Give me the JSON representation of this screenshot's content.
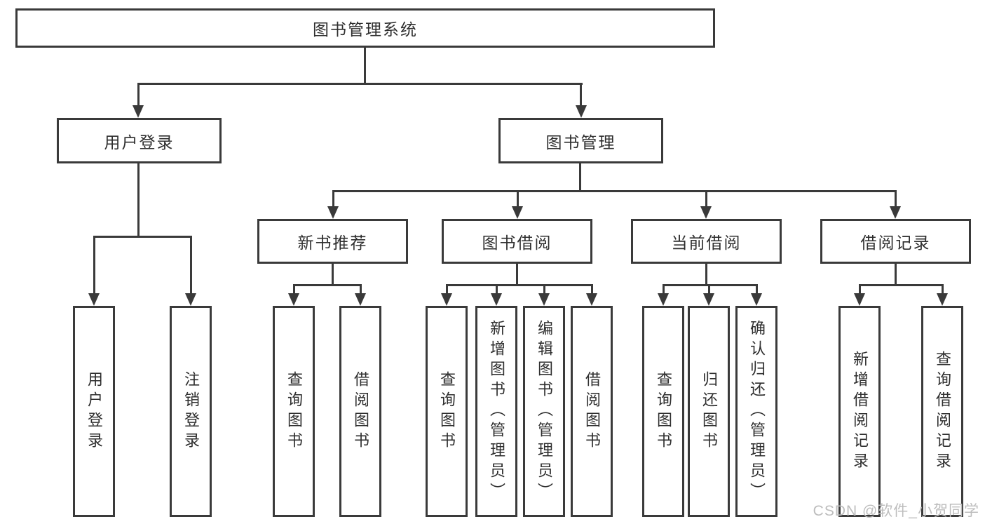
{
  "diagram": {
    "root": {
      "label": "图书管理系统"
    },
    "level2": [
      {
        "label": "用户登录"
      },
      {
        "label": "图书管理"
      }
    ],
    "level3": [
      {
        "label": "新书推荐"
      },
      {
        "label": "图书借阅"
      },
      {
        "label": "当前借阅"
      },
      {
        "label": "借阅记录"
      }
    ],
    "leaves": {
      "user_login": [
        "用户登录",
        "注销登录"
      ],
      "new_book": [
        "查询图书",
        "借阅图书"
      ],
      "book_borrow": [
        "查询图书",
        "新增图书（管理员）",
        "编辑图书（管理员）",
        "借阅图书"
      ],
      "current_borrow": [
        "查询图书",
        "归还图书",
        "确认归还（管理员）"
      ],
      "borrow_record": [
        "新增借阅记录",
        "查询借阅记录"
      ]
    }
  },
  "watermark": {
    "text": "CSDN @软件_小贺同学"
  },
  "colors": {
    "line": "#3a3a3a",
    "text": "#2e2e2e",
    "watermark": "#bdbdbd",
    "background": "#ffffff"
  }
}
